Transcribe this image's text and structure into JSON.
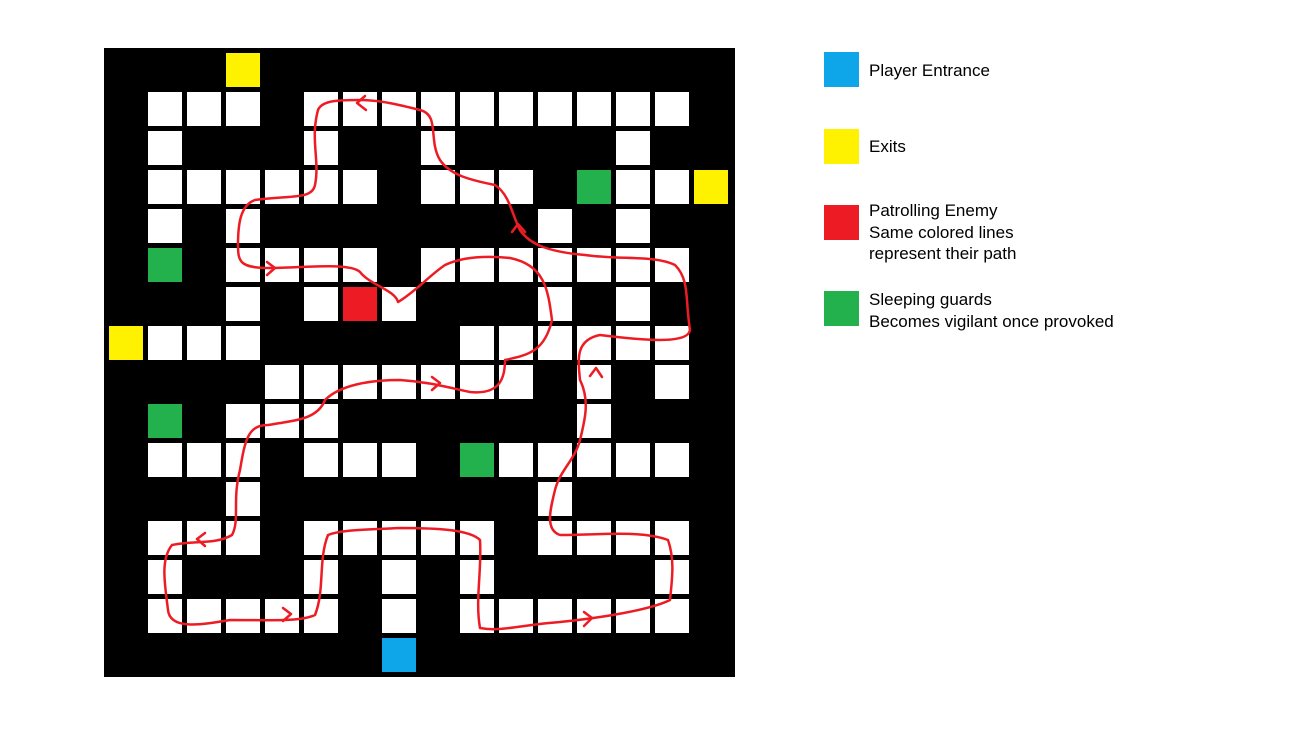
{
  "colors": {
    "wall": "#000000",
    "floor": "#ffffff",
    "entrance": "#0ea5e9",
    "exit": "#fff200",
    "enemy": "#ed1c24",
    "guard": "#22b14c",
    "path": "#ed1c24"
  },
  "maze": {
    "rows": 16,
    "cols": 16,
    "grid": [
      "...E............",
      ".FFF.FFFFFFFFFF.",
      ".F...F..F....F..",
      ".FFFFFF.FFF.GFFX",
      ".F.F.......F.F..",
      ".G.FFFF.FFFFFFF.",
      "...F.FRF...F.F..",
      "XFFF.....FFFFFF.",
      "....FFFFFFF.F.F.",
      ".G.FFF......F...",
      ".FFF.FFF.GFFFFF.",
      "...F.......F....",
      ".FFF.FFFFF.FFFF.",
      ".F...F.F.F....F.",
      ".FFFFF.F.FFFFFF.",
      ".......S........"
    ],
    "legend_codes": {
      ".": "wall",
      "F": "floor",
      "E": "exit",
      "X": "exit",
      "S": "entrance",
      "R": "enemy",
      "G": "guard"
    }
  },
  "legend": {
    "entrance": {
      "label": "Player Entrance",
      "color": "#0ea5e9"
    },
    "exits": {
      "label": "Exits",
      "color": "#fff200"
    },
    "enemy": {
      "label": "Patrolling Enemy",
      "line2": "Same colored lines",
      "line3": "represent their path",
      "color": "#ed1c24"
    },
    "guards": {
      "label": "Sleeping guards",
      "line2": "Becomes vigilant once provoked",
      "color": "#22b14c"
    }
  }
}
